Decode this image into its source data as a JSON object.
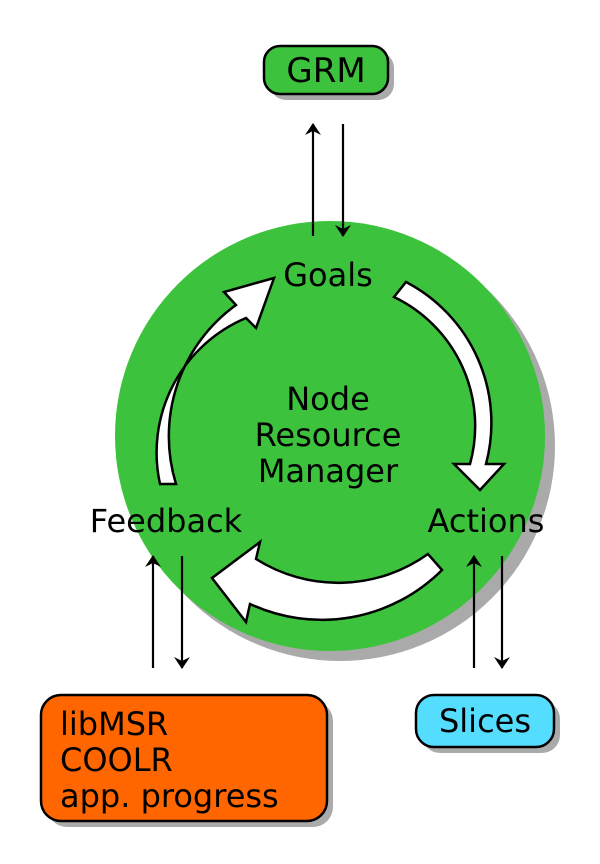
{
  "colors": {
    "grm_box": "#3cc23c",
    "circle": "#3cc23c",
    "sensors_box": "#ff6600",
    "slices_box": "#55ddff",
    "arrows": "#ffffff",
    "shadow": "#aaaaaa"
  },
  "grm": {
    "label": "GRM"
  },
  "node": {
    "line1": "Node",
    "line2": "Resource",
    "line3": "Manager"
  },
  "loop": {
    "goals": "Goals",
    "actions": "Actions",
    "feedback": "Feedback"
  },
  "sensors": {
    "line1": "libMSR",
    "line2": "COOLR",
    "line3": "app. progress"
  },
  "slices": {
    "label": "Slices"
  }
}
